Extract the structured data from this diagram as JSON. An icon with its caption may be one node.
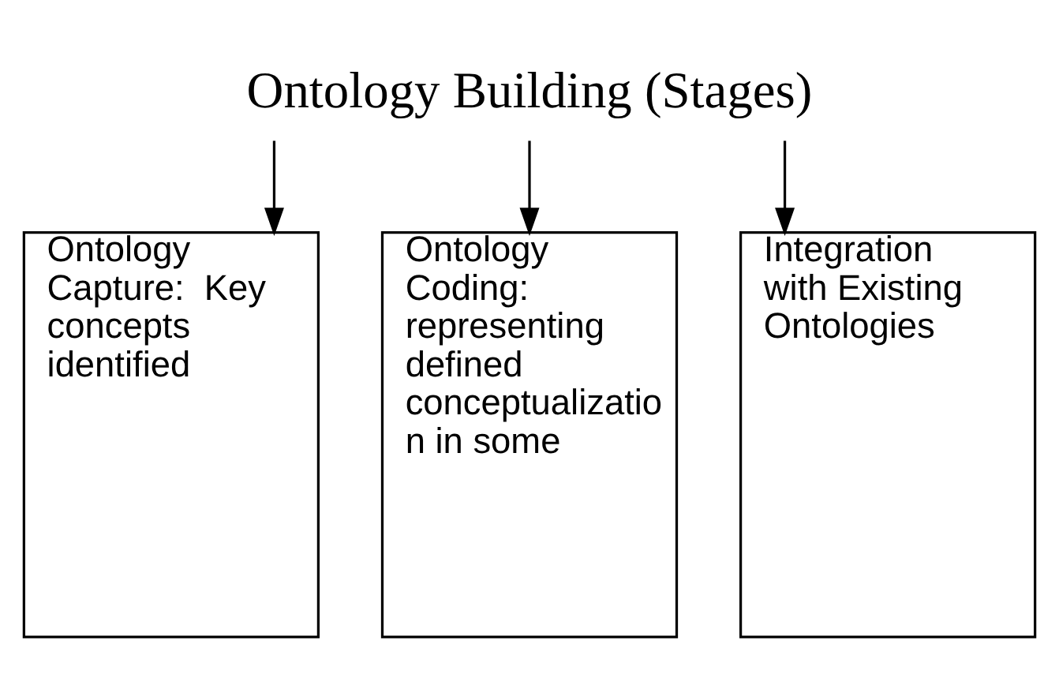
{
  "diagram": {
    "nodes": [
      {
        "text": [
          "Ontology Building (Stages)"
        ]
      },
      {
        "text": [
          "Ontology Capture:  Key concepts identified"
        ]
      },
      {
        "text": [
          "Ontology Coding: representing defined conceptualizatio n in some"
        ]
      },
      {
        "text": [
          "Integration with Existing Ontologies"
        ]
      }
    ],
    "edges": [
      {
        "from": 0,
        "to": 1,
        "arrow": "to"
      },
      {
        "from": 0,
        "to": 2,
        "arrow": "to"
      },
      {
        "from": 0,
        "to": 3,
        "arrow": "to"
      }
    ]
  }
}
